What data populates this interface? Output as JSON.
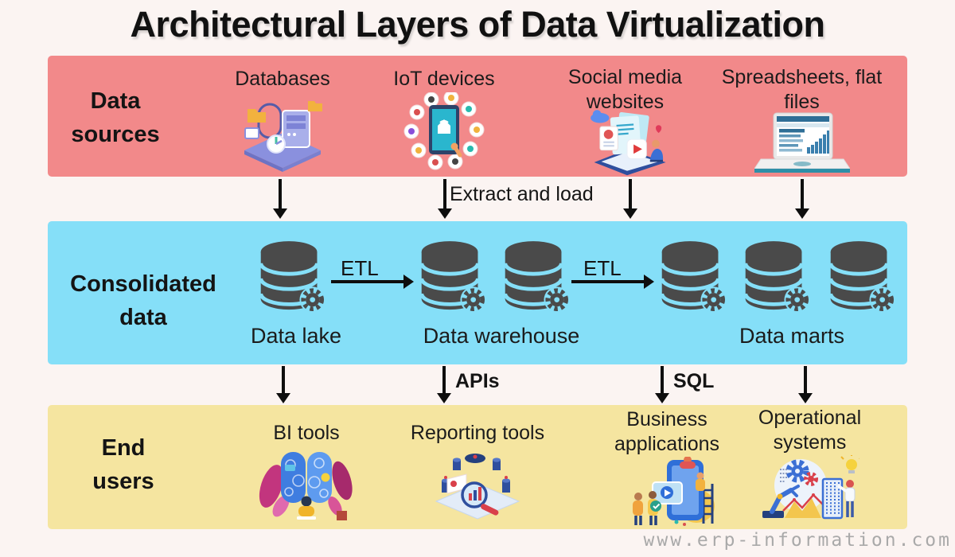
{
  "title": "Architectural Layers of Data Virtualization",
  "watermark": "www.erp-information.com",
  "colors": {
    "background": "#FBF4F2",
    "data_sources_band": "#F2898A",
    "consolidated_band": "#85DFF8",
    "end_users_band": "#F5E5A0",
    "arrow": "#0E0E0E",
    "database_icon": "#4A4A4A",
    "watermark_text": "#A9A9A9"
  },
  "layers": {
    "data_sources": {
      "label": "Data sources",
      "items": [
        {
          "label": "Databases",
          "icon": "databases-illustration"
        },
        {
          "label": "IoT devices",
          "icon": "iot-devices-illustration"
        },
        {
          "label": "Social media websites",
          "icon": "social-media-illustration"
        },
        {
          "label": "Spreadsheets, flat files",
          "icon": "spreadsheets-illustration"
        }
      ]
    },
    "consolidated_data": {
      "label": "Consolidated data",
      "groups": [
        {
          "label": "Data lake",
          "cylinders": 1
        },
        {
          "label": "Data warehouse",
          "cylinders": 2
        },
        {
          "label": "Data marts",
          "cylinders": 3
        }
      ],
      "etl_left": "ETL",
      "etl_right": "ETL"
    },
    "end_users": {
      "label": "End users",
      "items": [
        {
          "label": "BI tools",
          "icon": "bi-tools-illustration"
        },
        {
          "label": "Reporting tools",
          "icon": "reporting-tools-illustration"
        },
        {
          "label": "Business applications",
          "icon": "business-applications-illustration"
        },
        {
          "label": "Operational systems",
          "icon": "operational-systems-illustration"
        }
      ]
    }
  },
  "flow_labels": {
    "extract_and_load": "Extract and load",
    "apis": "APIs",
    "sql": "SQL"
  }
}
